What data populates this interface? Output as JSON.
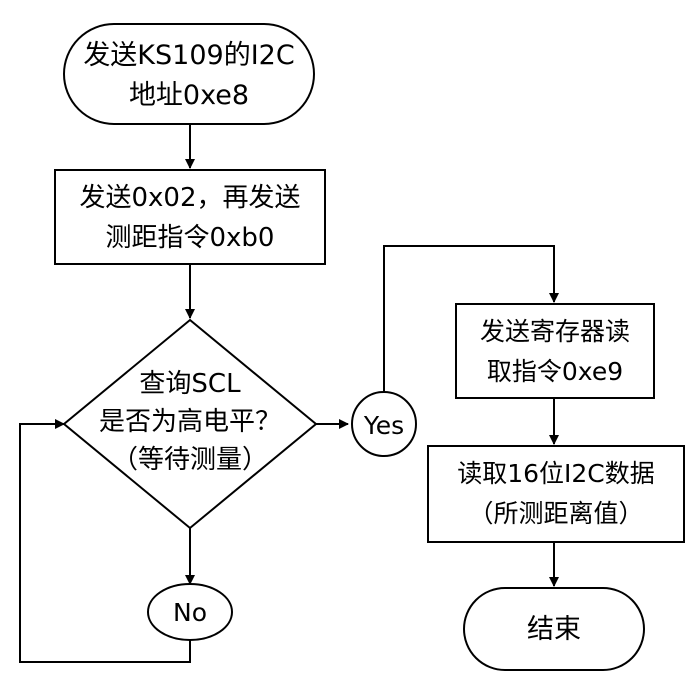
{
  "nodes": {
    "start": {
      "lines": [
        "发送KS109的I2C",
        "地址0xe8"
      ]
    },
    "send_cmd": {
      "lines": [
        "发送0x02，再发送",
        "测距指令0xb0"
      ]
    },
    "decision": {
      "lines": [
        "查询SCL",
        "是否为高电平？",
        "（等待测量）"
      ]
    },
    "yes": {
      "label": "Yes"
    },
    "no": {
      "label": "No"
    },
    "read_cmd": {
      "lines": [
        "发送寄存器读",
        "取指令0xe9"
      ]
    },
    "read_data": {
      "lines": [
        "读取16位I2C数据",
        "（所测距离值）"
      ]
    },
    "end": {
      "label": "结束"
    }
  }
}
